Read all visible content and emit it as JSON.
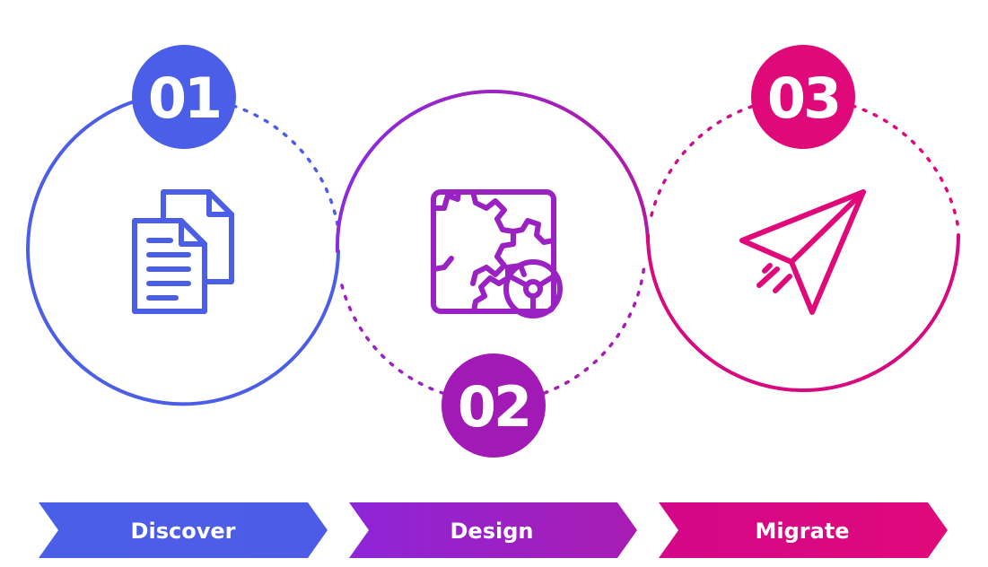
{
  "colors": {
    "blue": "#4b5ee8",
    "purple": "#a020b8",
    "pink": "#e0097a"
  },
  "steps": [
    {
      "number": "01",
      "label": "Discover",
      "icon": "documents-icon"
    },
    {
      "number": "02",
      "label": "Design",
      "icon": "gears-icon"
    },
    {
      "number": "03",
      "label": "Migrate",
      "icon": "paper-plane-icon"
    }
  ]
}
